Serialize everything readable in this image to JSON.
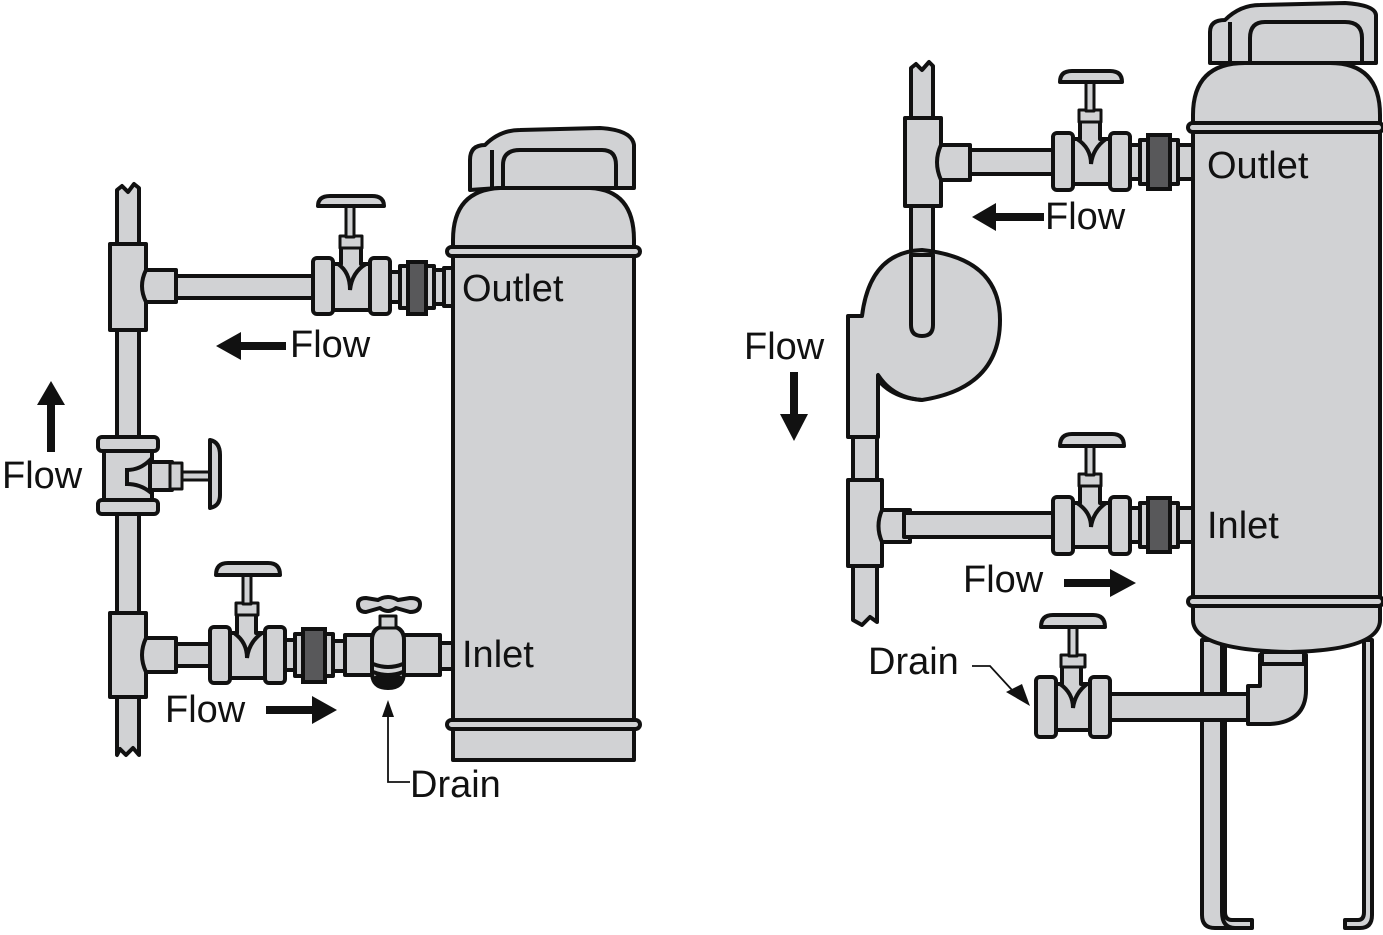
{
  "diagram": {
    "left_install": {
      "labels": {
        "outlet": "Outlet",
        "inlet": "Inlet",
        "drain": "Drain",
        "flow_top": "Flow",
        "flow_bypass": "Flow",
        "flow_bottom": "Flow"
      },
      "arrows": {
        "flow_top": "left",
        "flow_bypass": "up",
        "flow_bottom": "right"
      }
    },
    "right_install": {
      "labels": {
        "outlet": "Outlet",
        "inlet": "Inlet",
        "drain": "Drain",
        "flow_top": "Flow",
        "flow_loop": "Flow",
        "flow_bottom": "Flow"
      },
      "arrows": {
        "flow_top": "left",
        "flow_loop": "down",
        "flow_bottom": "right"
      }
    },
    "colors": {
      "fill": "#d1d2d4",
      "outline": "#111111",
      "union_ring": "#58585a"
    }
  }
}
